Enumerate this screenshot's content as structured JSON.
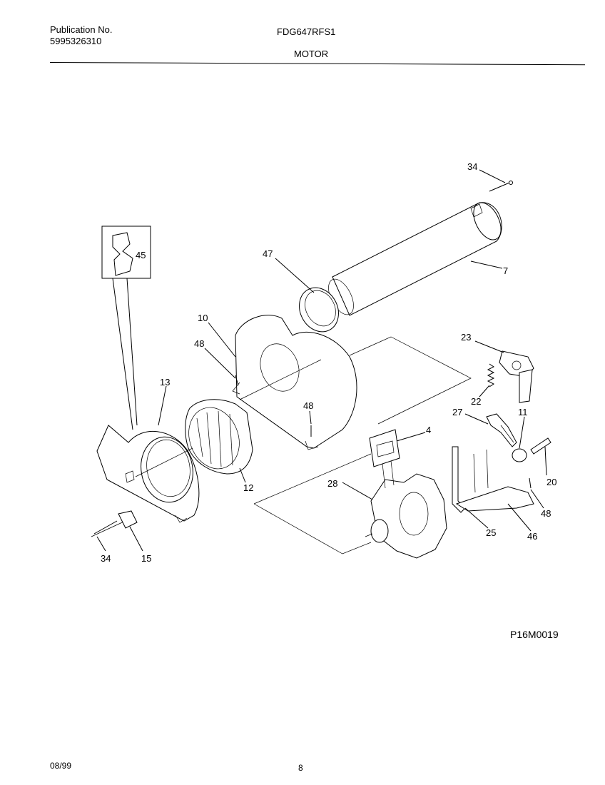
{
  "header": {
    "publication_label": "Publication No.",
    "publication_number": "5995326310",
    "model": "FDG647RFS1",
    "section": "MOTOR"
  },
  "diagram": {
    "reference_code": "P16M0019",
    "callouts": [
      {
        "id": "callout-34-top",
        "text": "34"
      },
      {
        "id": "callout-7",
        "text": "7"
      },
      {
        "id": "callout-47",
        "text": "47"
      },
      {
        "id": "callout-45",
        "text": "45"
      },
      {
        "id": "callout-10",
        "text": "10"
      },
      {
        "id": "callout-48-left",
        "text": "48"
      },
      {
        "id": "callout-23",
        "text": "23"
      },
      {
        "id": "callout-22",
        "text": "22"
      },
      {
        "id": "callout-13",
        "text": "13"
      },
      {
        "id": "callout-48-mid",
        "text": "48"
      },
      {
        "id": "callout-27",
        "text": "27"
      },
      {
        "id": "callout-11",
        "text": "11"
      },
      {
        "id": "callout-4",
        "text": "4"
      },
      {
        "id": "callout-20",
        "text": "20"
      },
      {
        "id": "callout-12",
        "text": "12"
      },
      {
        "id": "callout-28",
        "text": "28"
      },
      {
        "id": "callout-48-right",
        "text": "48"
      },
      {
        "id": "callout-25",
        "text": "25"
      },
      {
        "id": "callout-46",
        "text": "46"
      },
      {
        "id": "callout-34-bottom",
        "text": "34"
      },
      {
        "id": "callout-15",
        "text": "15"
      }
    ]
  },
  "footer": {
    "date": "08/99",
    "page_number": "8"
  }
}
